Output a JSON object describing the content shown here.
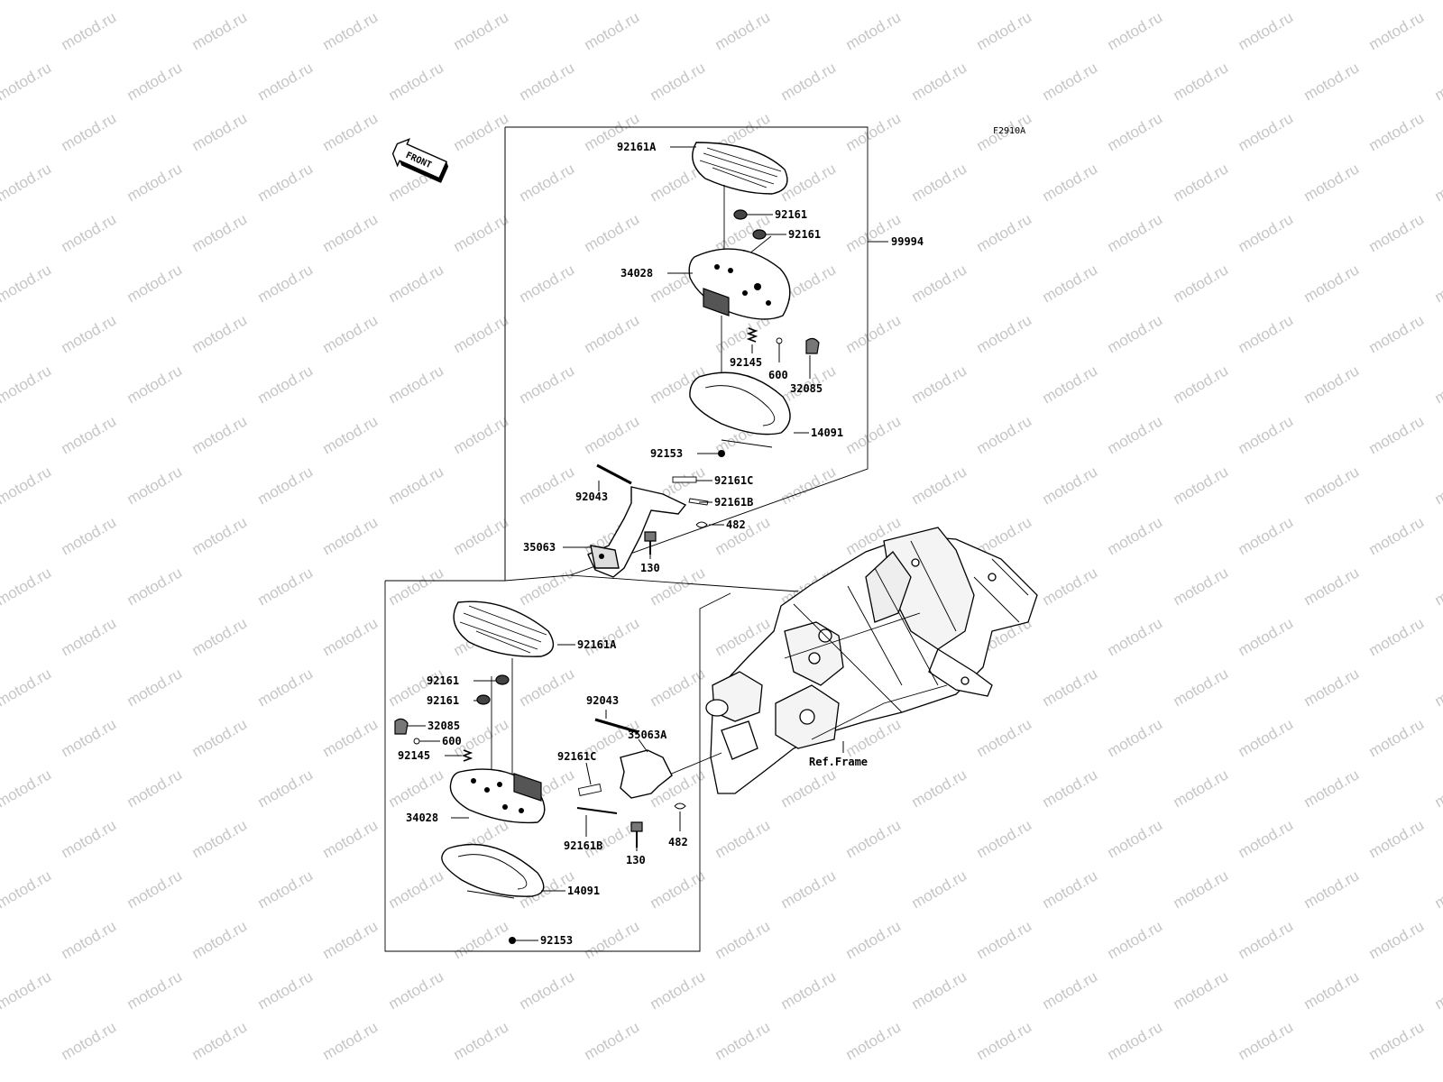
{
  "watermark": "motod.ru",
  "figure_code": "F2910A",
  "front_arrow_label": "FRONT",
  "ref_frame_label": "Ref.Frame",
  "upper": {
    "footboard_pad": "92161A",
    "damper_1": "92161",
    "damper_2": "92161",
    "footboard": "34028",
    "assembly": "99994",
    "spring": "92145",
    "ball": "600",
    "bracket": "32085",
    "cover": "14091",
    "screw": "92153",
    "pin": "92043",
    "damper_c": "92161C",
    "damper_b": "92161B",
    "snap_ring": "482",
    "holder": "35063",
    "bolt": "130"
  },
  "lower": {
    "footboard_pad": "92161A",
    "damper_1": "92161",
    "damper_2": "92161",
    "bracket": "32085",
    "ball": "600",
    "spring": "92145",
    "footboard": "34028",
    "cover": "14091",
    "screw": "92153",
    "pin": "92043",
    "holder": "35063A",
    "damper_c": "92161C",
    "damper_b": "92161B",
    "bolt": "130",
    "snap_ring": "482"
  }
}
